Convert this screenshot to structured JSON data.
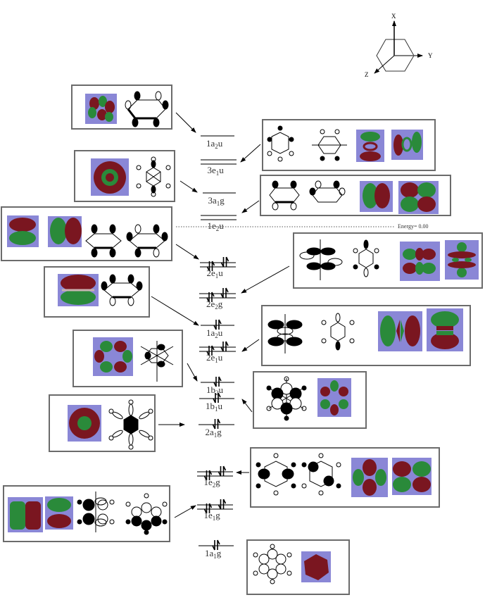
{
  "title": "Benzene molecular orbital energy diagram",
  "axes": {
    "x": "X",
    "y": "Y",
    "z": "Z"
  },
  "energy_reference": {
    "label": "Energy= 0.00",
    "level": "1e2u"
  },
  "colors": {
    "lobe_positive": "#7a1620",
    "lobe_negative": "#2a8a3a",
    "iso_background": "#8a87d6",
    "box_border": "#6b6b6b",
    "level_line": "#7a7a7a"
  },
  "levels": [
    {
      "id": "1a2u_top",
      "main": "1a",
      "sub": "2",
      "tail": "u",
      "degenerate": false,
      "electrons": 0
    },
    {
      "id": "3e1u",
      "main": "3e",
      "sub": "1",
      "tail": "u",
      "degenerate": true,
      "electrons": 0
    },
    {
      "id": "3a1g",
      "main": "3a",
      "sub": "1",
      "tail": "g",
      "degenerate": false,
      "electrons": 0
    },
    {
      "id": "1e2u",
      "main": "1e",
      "sub": "2",
      "tail": "u",
      "degenerate": true,
      "electrons": 0
    },
    {
      "id": "2e1u",
      "main": "2e",
      "sub": "1",
      "tail": "u",
      "degenerate": true,
      "electrons": 4
    },
    {
      "id": "2e2g",
      "main": "2e",
      "sub": "2",
      "tail": "g",
      "degenerate": true,
      "electrons": 4
    },
    {
      "id": "1a2u",
      "main": "1a",
      "sub": "2",
      "tail": "u",
      "degenerate": false,
      "electrons": 2
    },
    {
      "id": "2e1u_low",
      "main": "2e",
      "sub": "1",
      "tail": "u",
      "degenerate": true,
      "electrons": 4
    },
    {
      "id": "1b2u",
      "main": "1b",
      "sub": "2",
      "tail": "u",
      "degenerate": false,
      "electrons": 2
    },
    {
      "id": "1b1u",
      "main": "1b",
      "sub": "1",
      "tail": "u",
      "degenerate": false,
      "electrons": 2
    },
    {
      "id": "2a1g",
      "main": "2a",
      "sub": "1",
      "tail": "g",
      "degenerate": false,
      "electrons": 2
    },
    {
      "id": "1e2g",
      "main": "1e",
      "sub": "2",
      "tail": "g",
      "degenerate": true,
      "electrons": 4
    },
    {
      "id": "1e1g",
      "main": "1e",
      "sub": "1",
      "tail": "g",
      "degenerate": true,
      "electrons": 4
    },
    {
      "id": "1a1g",
      "main": "1a",
      "sub": "1",
      "tail": "g",
      "degenerate": false,
      "electrons": 2
    }
  ],
  "panels": [
    {
      "id": "panel-1a2u-unocc",
      "target": "1a2u_top",
      "side": "left",
      "iso_count": 1,
      "lcao_count": 1
    },
    {
      "id": "panel-3e1u",
      "target": "3e1u",
      "side": "right",
      "iso_count": 2,
      "lcao_count": 2
    },
    {
      "id": "panel-3a1g",
      "target": "3a1g",
      "side": "left",
      "iso_count": 1,
      "lcao_count": 1
    },
    {
      "id": "panel-1e2u",
      "target": "1e2u",
      "side": "right",
      "iso_count": 2,
      "lcao_count": 2
    },
    {
      "id": "panel-2e1u",
      "target": "2e1u",
      "side": "left",
      "iso_count": 2,
      "lcao_count": 2
    },
    {
      "id": "panel-2e2g",
      "target": "2e2g",
      "side": "right",
      "iso_count": 2,
      "lcao_count": 2
    },
    {
      "id": "panel-1a2u",
      "target": "1a2u",
      "side": "left",
      "iso_count": 1,
      "lcao_count": 1
    },
    {
      "id": "panel-2e1u-low",
      "target": "2e1u_low",
      "side": "right",
      "iso_count": 2,
      "lcao_count": 2
    },
    {
      "id": "panel-1b2u",
      "target": "1b2u",
      "side": "left",
      "iso_count": 1,
      "lcao_count": 1
    },
    {
      "id": "panel-1b1u",
      "target": "1b1u",
      "side": "right",
      "iso_count": 1,
      "lcao_count": 1
    },
    {
      "id": "panel-2a1g",
      "target": "2a1g",
      "side": "left",
      "iso_count": 1,
      "lcao_count": 1
    },
    {
      "id": "panel-1e2g",
      "target": "1e2g",
      "side": "right",
      "iso_count": 2,
      "lcao_count": 2
    },
    {
      "id": "panel-1e1g",
      "target": "1e1g",
      "side": "left",
      "iso_count": 2,
      "lcao_count": 2
    },
    {
      "id": "panel-1a1g",
      "target": "1a1g",
      "side": "right",
      "iso_count": 1,
      "lcao_count": 1
    }
  ]
}
